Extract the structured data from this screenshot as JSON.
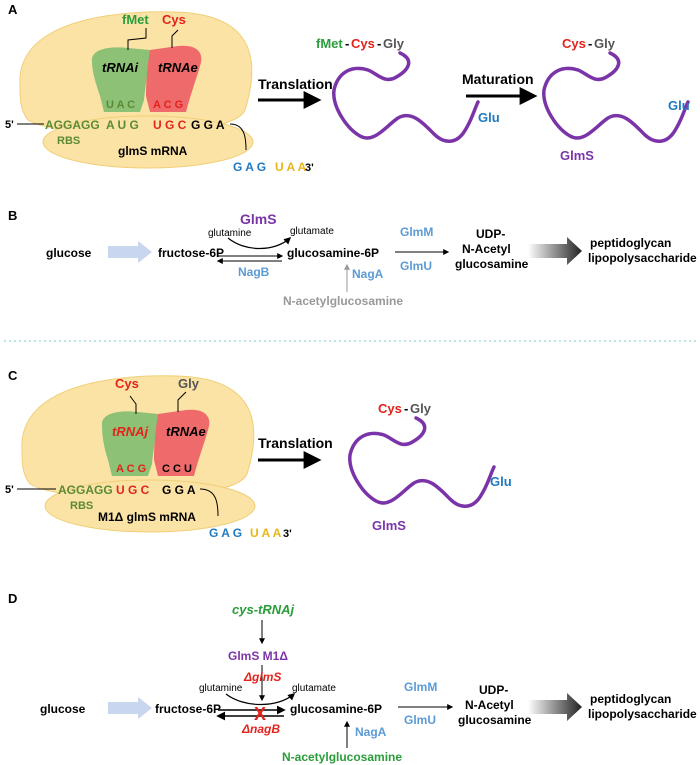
{
  "colors": {
    "ribosome": "#fbe3a6",
    "ribosome_edge": "#f0cf78",
    "trna_green": "#8cc176",
    "trna_red": "#ef6b6b",
    "green_text": "#5b8a35",
    "fmet_green": "#2a9d3a",
    "cys_red": "#e3231c",
    "glu_blue": "#1f7ac2",
    "uaa_yellow": "#e8b617",
    "purple": "#7b34a8",
    "enzyme_blue": "#5b9bd5",
    "gray": "#888888",
    "arrow_light": "#c8d6ef",
    "dashed": "#7ec8d0"
  },
  "panelA": {
    "label": "A",
    "trna_left": "tRNAi",
    "trna_right": "tRNAe",
    "aa_left": "fMet",
    "aa_right": "Cys",
    "anticodon_left": "U A C",
    "anticodon_right": "A C G",
    "five_prime": "5'",
    "sd": "AGGAGG",
    "codon1": "A U G",
    "codon2": "U G C",
    "codon3": "G G A",
    "rbs": "RBS",
    "mrna_name": "glmS mRNA",
    "tail_gag": "G A G",
    "tail_uaa": "U A A",
    "three_prime": "3'",
    "step1": "Translation",
    "step2": "Maturation",
    "pep1_fmet": "fMet",
    "pep1_dash1": "-",
    "pep1_cys": "Cys",
    "pep1_dash2": "-",
    "pep1_gly": "Gly",
    "pep2_cys": "Cys",
    "pep2_dash": "-",
    "pep2_gly": "Gly",
    "glu": "Glu",
    "product": "GlmS"
  },
  "panelB": {
    "label": "B",
    "glucose": "glucose",
    "f6p": "fructose-6P",
    "glms": "GlmS",
    "glutamine": "glutamine",
    "glutamate": "glutamate",
    "nagb": "NagB",
    "g6p": "glucosamine-6P",
    "naga": "NagA",
    "nag": "N-acetylglucosamine",
    "glmm": "GlmM",
    "glmu": "GlmU",
    "udp1": "UDP-",
    "udp2": "N-Acetyl",
    "udp3": "glucosamine",
    "out1": "peptidoglycan",
    "out2": "lipopolysaccharide"
  },
  "panelC": {
    "label": "C",
    "trna_left": "tRNAj",
    "trna_right": "tRNAe",
    "aa_left": "Cys",
    "aa_right": "Gly",
    "anticodon_left": "A C G",
    "anticodon_right": "C C U",
    "five_prime": "5'",
    "sd": "AGGAGG",
    "codon1": "U G C",
    "codon2": "G G A",
    "rbs": "RBS",
    "mrna_name": "M1Δ glmS mRNA",
    "tail_gag": "G A G",
    "tail_uaa": "U A A",
    "three_prime": "3'",
    "step1": "Translation",
    "pep_cys": "Cys",
    "pep_dash": "-",
    "pep_gly": "Gly",
    "glu": "Glu",
    "product": "GlmS"
  },
  "panelD": {
    "label": "D",
    "cys_trna": "cys-tRNAj",
    "glms_m1": "GlmS M1Δ",
    "glutamine": "glutamine",
    "glutamate": "glutamate",
    "dglms": "ΔglmS",
    "dnagb": "ΔnagB",
    "glucose": "glucose",
    "f6p": "fructose-6P",
    "g6p": "glucosamine-6P",
    "naga": "NagA",
    "nag": "N-acetylglucosamine",
    "glmm": "GlmM",
    "glmu": "GlmU",
    "udp1": "UDP-",
    "udp2": "N-Acetyl",
    "udp3": "glucosamine",
    "out1": "peptidoglycan",
    "out2": "lipopolysaccharide",
    "block_mark": "X"
  }
}
